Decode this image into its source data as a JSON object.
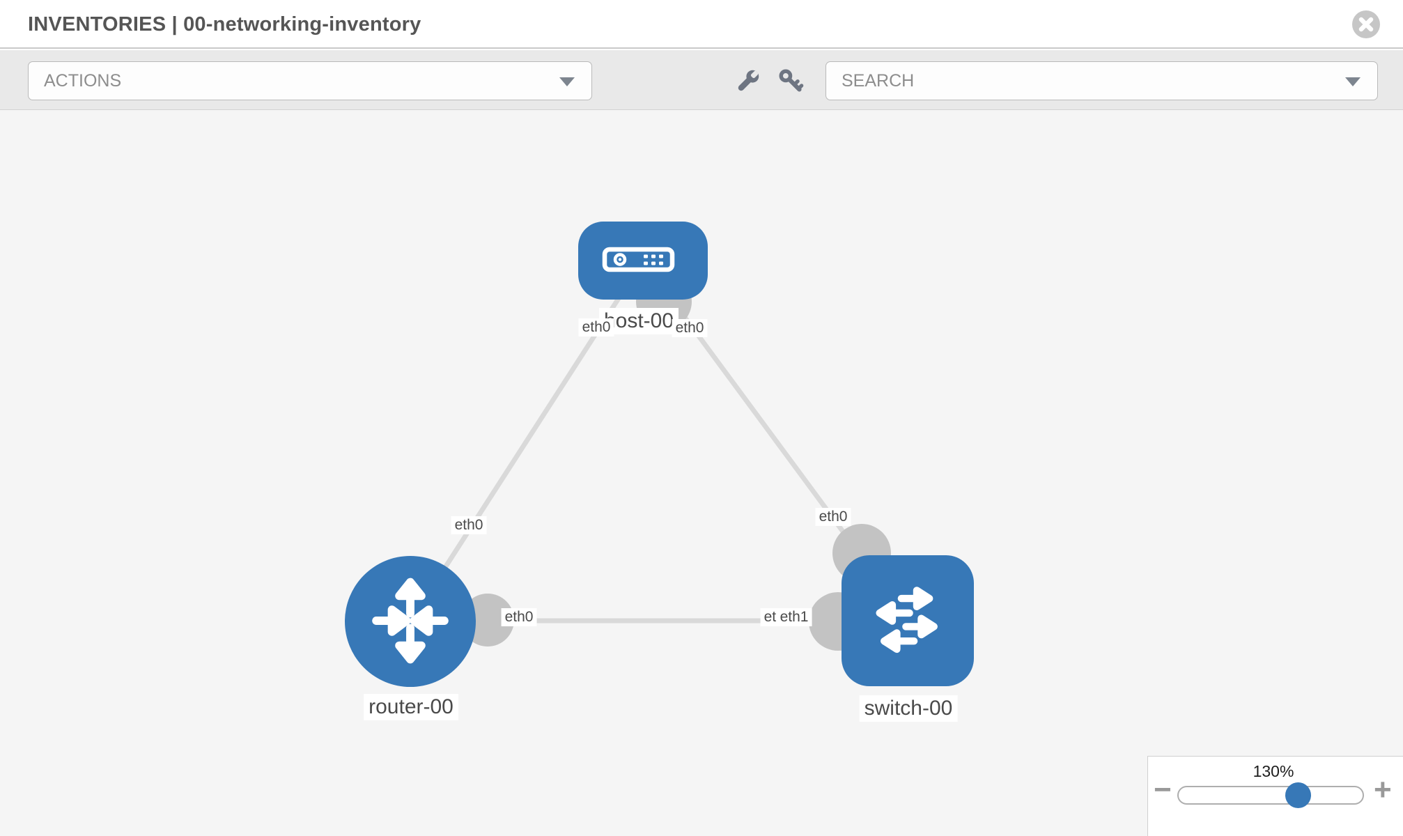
{
  "header": {
    "title": "INVENTORIES | 00-networking-inventory"
  },
  "toolbar": {
    "actions_dropdown": {
      "label": "ACTIONS"
    },
    "search_box": {
      "placeholder": "SEARCH"
    },
    "tool_icons": [
      "wrench",
      "key"
    ]
  },
  "topology": {
    "nodes": [
      {
        "id": "host-00",
        "type": "host",
        "label": "host-00"
      },
      {
        "id": "router-00",
        "type": "router",
        "label": "router-00"
      },
      {
        "id": "switch-00",
        "type": "switch",
        "label": "switch-00"
      }
    ],
    "links": [
      {
        "from": "host-00",
        "to": "router-00",
        "from_interface": "eth0",
        "to_interface": "eth0"
      },
      {
        "from": "host-00",
        "to": "switch-00",
        "from_interface": "eth0",
        "to_interface": "eth0"
      },
      {
        "from": "router-00",
        "to": "switch-00",
        "from_interface": "eth0",
        "to_interface": "eth1",
        "to_interface_overlapped": "eth0"
      }
    ]
  },
  "zoom_control": {
    "level": "130%",
    "minus_glyph": "−",
    "plus_glyph": "+"
  },
  "colors": {
    "node_blue": "#3778b7",
    "link_gray": "#d9d9d9",
    "port_gray": "#c3c3c3",
    "canvas_bg": "#f5f5f5"
  }
}
